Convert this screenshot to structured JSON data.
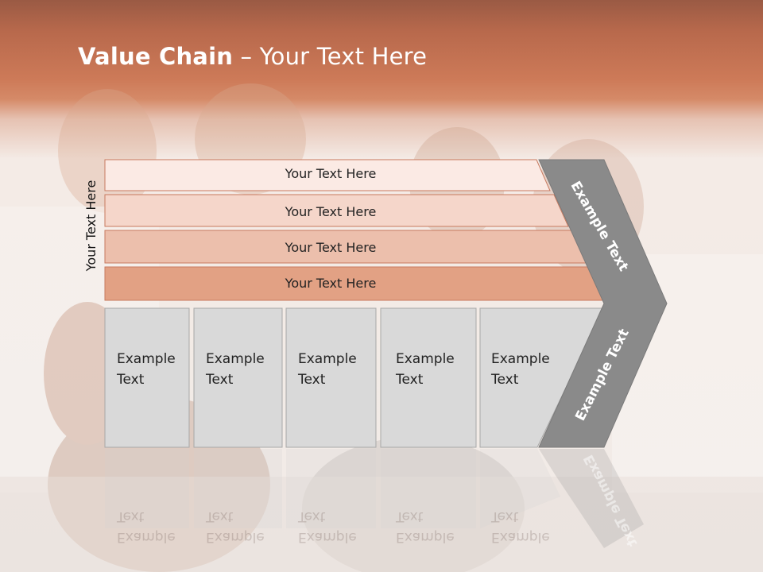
{
  "slide": {
    "title_bold": "Value Chain",
    "title_rest": " – Your Text Here",
    "side_label": "Your Text Here",
    "rows": [
      {
        "label": "Your Text Here",
        "color": "#fbeae4"
      },
      {
        "label": "Your Text Here",
        "color": "#f5d6ca"
      },
      {
        "label": "Your Text Here",
        "color": "#ecbfac"
      },
      {
        "label": "Your Text Here",
        "color": "#e2a184"
      }
    ],
    "boxes": [
      {
        "line1": "Example",
        "line2": "Text"
      },
      {
        "line1": "Example",
        "line2": "Text"
      },
      {
        "line1": "Example",
        "line2": "Text"
      },
      {
        "line1": "Example",
        "line2": "Text"
      },
      {
        "line1": "Example",
        "line2": "Text"
      }
    ],
    "chevron_top_label": "Example Text",
    "chevron_bottom_label": "Example Text",
    "colors": {
      "header": "#c97152",
      "chevron": "#8a8a8a",
      "box": "#d9d9d9",
      "accent_row": "#e2a184"
    }
  }
}
